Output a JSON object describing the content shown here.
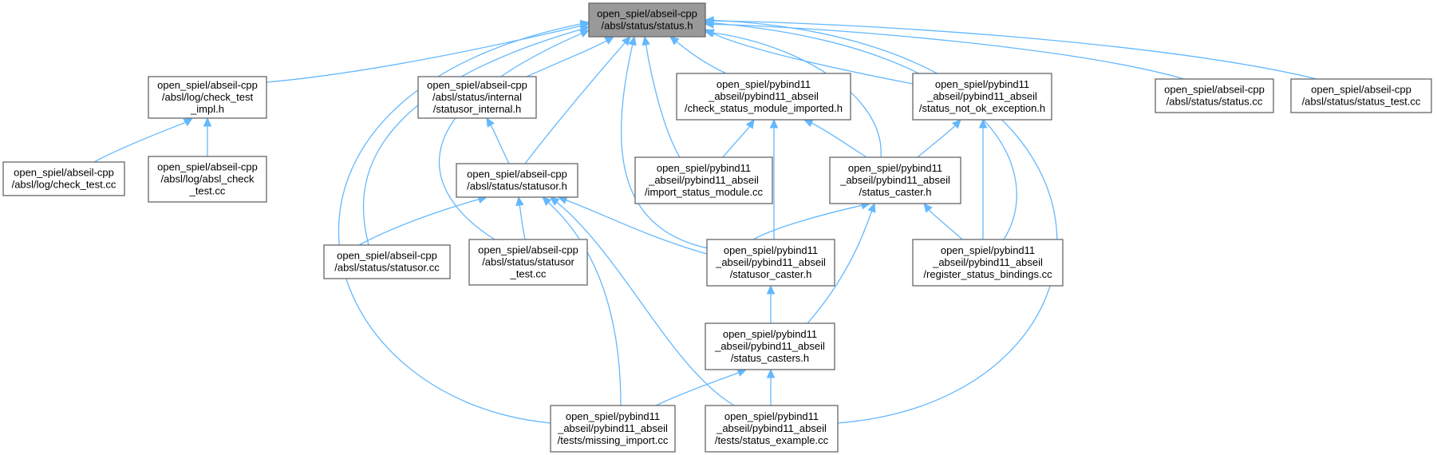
{
  "graph": {
    "root": "status_h",
    "nodes": [
      {
        "id": "status_h",
        "lines": [
          "open_spiel/abseil-cpp",
          "/absl/status/status.h"
        ],
        "highlight": true
      },
      {
        "id": "check_test_impl_h",
        "lines": [
          "open_spiel/abseil-cpp",
          "/absl/log/check_test",
          "_impl.h"
        ]
      },
      {
        "id": "check_test_cc",
        "lines": [
          "open_spiel/abseil-cpp",
          "/absl/log/check_test.cc"
        ]
      },
      {
        "id": "absl_check_test_cc",
        "lines": [
          "open_spiel/abseil-cpp",
          "/absl/log/absl_check",
          "_test.cc"
        ]
      },
      {
        "id": "statusor_internal_h",
        "lines": [
          "open_spiel/abseil-cpp",
          "/absl/status/internal",
          "/statusor_internal.h"
        ]
      },
      {
        "id": "statusor_h",
        "lines": [
          "open_spiel/abseil-cpp",
          "/absl/status/statusor.h"
        ]
      },
      {
        "id": "statusor_cc",
        "lines": [
          "open_spiel/abseil-cpp",
          "/absl/status/statusor.cc"
        ]
      },
      {
        "id": "statusor_test_cc",
        "lines": [
          "open_spiel/abseil-cpp",
          "/absl/status/statusor",
          "_test.cc"
        ]
      },
      {
        "id": "check_status_module_imported_h",
        "lines": [
          "open_spiel/pybind11",
          "_abseil/pybind11_abseil",
          "/check_status_module_imported.h"
        ]
      },
      {
        "id": "import_status_module_cc",
        "lines": [
          "open_spiel/pybind11",
          "_abseil/pybind11_abseil",
          "/import_status_module.cc"
        ]
      },
      {
        "id": "status_not_ok_exception_h",
        "lines": [
          "open_spiel/pybind11",
          "_abseil/pybind11_abseil",
          "/status_not_ok_exception.h"
        ]
      },
      {
        "id": "status_caster_h",
        "lines": [
          "open_spiel/pybind11",
          "_abseil/pybind11_abseil",
          "/status_caster.h"
        ]
      },
      {
        "id": "statusor_caster_h",
        "lines": [
          "open_spiel/pybind11",
          "_abseil/pybind11_abseil",
          "/statusor_caster.h"
        ]
      },
      {
        "id": "register_status_bindings_cc",
        "lines": [
          "open_spiel/pybind11",
          "_abseil/pybind11_abseil",
          "/register_status_bindings.cc"
        ]
      },
      {
        "id": "status_casters_h",
        "lines": [
          "open_spiel/pybind11",
          "_abseil/pybind11_abseil",
          "/status_casters.h"
        ]
      },
      {
        "id": "missing_import_cc",
        "lines": [
          "open_spiel/pybind11",
          "_abseil/pybind11_abseil",
          "/tests/missing_import.cc"
        ]
      },
      {
        "id": "status_example_cc",
        "lines": [
          "open_spiel/pybind11",
          "_abseil/pybind11_abseil",
          "/tests/status_example.cc"
        ]
      },
      {
        "id": "status_cc",
        "lines": [
          "open_spiel/abseil-cpp",
          "/absl/status/status.cc"
        ]
      },
      {
        "id": "status_test_cc",
        "lines": [
          "open_spiel/abseil-cpp",
          "/absl/status/status_test.cc"
        ]
      }
    ],
    "edges": [
      {
        "from": "check_test_impl_h",
        "to": "status_h"
      },
      {
        "from": "check_test_cc",
        "to": "check_test_impl_h"
      },
      {
        "from": "absl_check_test_cc",
        "to": "check_test_impl_h"
      },
      {
        "from": "statusor_internal_h",
        "to": "status_h"
      },
      {
        "from": "statusor_h",
        "to": "statusor_internal_h"
      },
      {
        "from": "statusor_h",
        "to": "status_h"
      },
      {
        "from": "statusor_cc",
        "to": "statusor_h"
      },
      {
        "from": "statusor_cc",
        "to": "status_h"
      },
      {
        "from": "statusor_test_cc",
        "to": "statusor_h"
      },
      {
        "from": "statusor_test_cc",
        "to": "status_h"
      },
      {
        "from": "check_status_module_imported_h",
        "to": "status_h"
      },
      {
        "from": "import_status_module_cc",
        "to": "check_status_module_imported_h"
      },
      {
        "from": "import_status_module_cc",
        "to": "status_h"
      },
      {
        "from": "status_not_ok_exception_h",
        "to": "status_h"
      },
      {
        "from": "status_caster_h",
        "to": "status_h"
      },
      {
        "from": "status_caster_h",
        "to": "check_status_module_imported_h"
      },
      {
        "from": "status_caster_h",
        "to": "status_not_ok_exception_h"
      },
      {
        "from": "statusor_caster_h",
        "to": "status_caster_h"
      },
      {
        "from": "statusor_caster_h",
        "to": "statusor_h"
      },
      {
        "from": "statusor_caster_h",
        "to": "check_status_module_imported_h"
      },
      {
        "from": "statusor_caster_h",
        "to": "status_h"
      },
      {
        "from": "register_status_bindings_cc",
        "to": "status_caster_h"
      },
      {
        "from": "register_status_bindings_cc",
        "to": "status_not_ok_exception_h"
      },
      {
        "from": "register_status_bindings_cc",
        "to": "status_h"
      },
      {
        "from": "status_casters_h",
        "to": "statusor_caster_h"
      },
      {
        "from": "status_casters_h",
        "to": "status_caster_h"
      },
      {
        "from": "missing_import_cc",
        "to": "status_casters_h"
      },
      {
        "from": "missing_import_cc",
        "to": "statusor_h"
      },
      {
        "from": "missing_import_cc",
        "to": "status_h"
      },
      {
        "from": "status_example_cc",
        "to": "status_casters_h"
      },
      {
        "from": "status_example_cc",
        "to": "statusor_h"
      },
      {
        "from": "status_example_cc",
        "to": "status_h"
      },
      {
        "from": "status_cc",
        "to": "status_h"
      },
      {
        "from": "status_test_cc",
        "to": "status_h"
      }
    ]
  },
  "colors": {
    "edge": "#63b8ff",
    "node_border": "#666666",
    "node_fill": "#ffffff",
    "root_fill": "#999999",
    "text": "#000000"
  }
}
